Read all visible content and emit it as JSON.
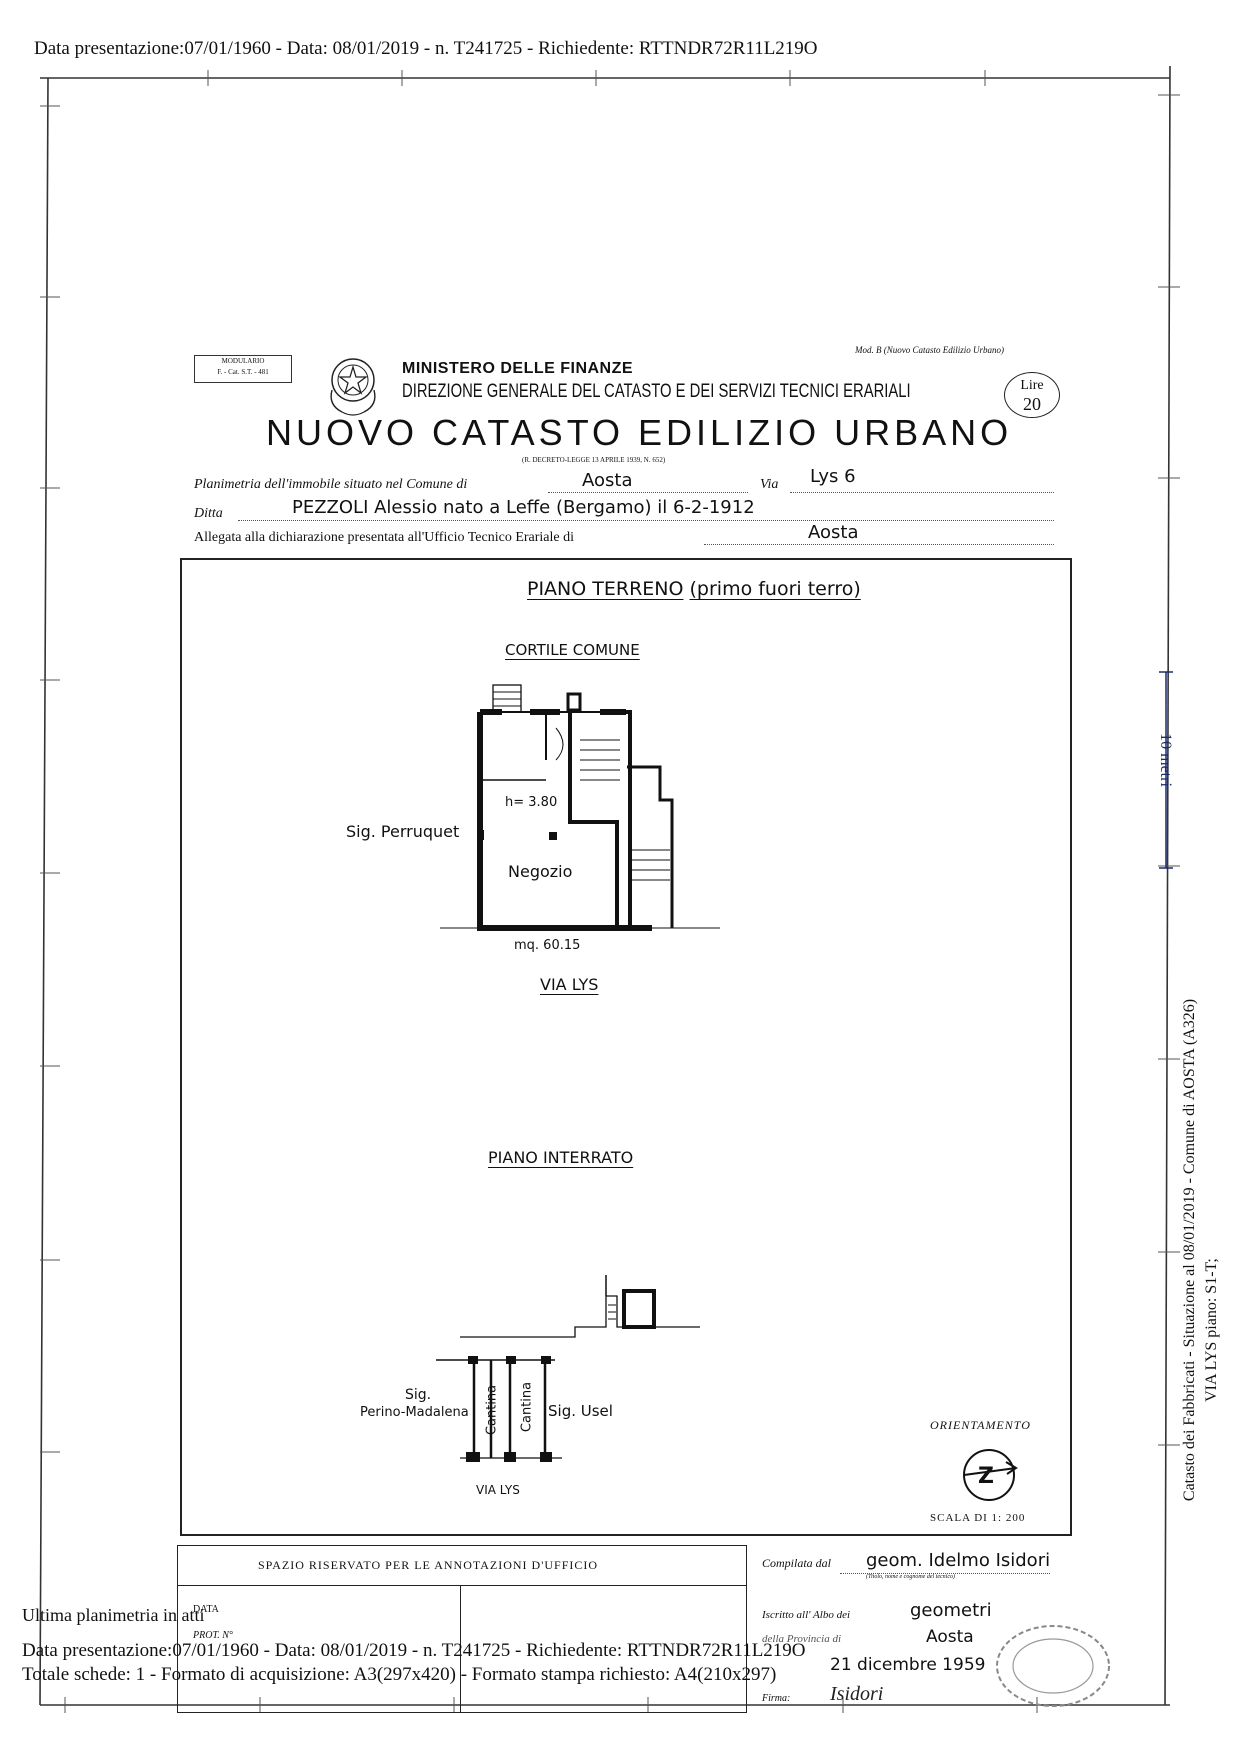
{
  "stamp_header": "Data presentazione:07/01/1960 - Data: 08/01/2019 - n. T241725 - Richiedente: RTTNDR72R11L219O",
  "side_text": {
    "scale_bar": "10 metri",
    "line1": "Catasto dei Fabbricati - Situazione al 08/01/2019 - Comune di AOSTA (A326)",
    "line2": "VIA LYS piano: S1-T;"
  },
  "form": {
    "modulario_line1": "MODULARIO",
    "modulario_line2": "F. - Cat. S.T. - 481",
    "mod_b": "Mod. B (Nuovo Catasto Edilizio Urbano)",
    "ministry": "MINISTERO DELLE FINANZE",
    "direction": "DIREZIONE GENERALE DEL CATASTO E DEI SERVIZI TECNICI ERARIALI",
    "lire_label": "Lire",
    "lire_value": "20",
    "title": "NUOVO CATASTO EDILIZIO URBANO",
    "decree": "(R. DECRETO-LEGGE 13 APRILE 1939, N. 652)",
    "planimetria_label": "Planimetria dell'immobile situato nel Comune di",
    "comune": "Aosta",
    "via_label": "Via",
    "via": "Lys 6",
    "ditta_label": "Ditta",
    "ditta": "PEZZOLI Alessio nato a Leffe (Bergamo) il 6-2-1912",
    "allegata_label": "Allegata alla dichiarazione presentata all'Ufficio Tecnico Erariale di",
    "ufficio": "Aosta"
  },
  "plan": {
    "ground_title": "PIANO TERRENO",
    "ground_subtitle": "(primo fuori terro)",
    "cortile": "CORTILE COMUNE",
    "neighbor_left": "Sig. Perruquet",
    "height": "h= 3.80",
    "room": "Negozio",
    "area": "mq. 60.15",
    "street": "VIA LYS",
    "basement_title": "PIANO INTERRATO",
    "neighbor_b_left_1": "Sig.",
    "neighbor_b_left_2": "Perino-Madalena",
    "cantina_1": "Cantina",
    "cantina_2": "Cantina",
    "neighbor_b_right": "Sig. Usel",
    "street_b": "VIA LYS",
    "orient_label": "ORIENTAMENTO",
    "scala": "SCALA DI 1: 200"
  },
  "footer": {
    "annotations_title": "SPAZIO RISERVATO PER LE ANNOTAZIONI D'UFFICIO",
    "data_label": "DATA",
    "prot_label": "PROT. N°",
    "compilata_label": "Compilata dal",
    "compilata_value": "geom. Idelmo Isidori",
    "compilata_note": "(Titolo, nome e cognome del tecnico)",
    "iscritto_label": "Iscritto all' Albo dei",
    "iscritto_value": "geometri",
    "provincia_label": "della Provincia di",
    "provincia_value": "Aosta",
    "data_value": "21 dicembre 1959",
    "firma_label": "Firma:",
    "firma_value": "Isidori",
    "ultima": "Ultima planimetria in atti",
    "data_bottom": "Data presentazione:07/01/1960 - Data: 08/01/2019 - n. T241725 - Richiedente: RTTNDR72R11L219O",
    "totale": "Totale schede: 1 - Formato di acquisizione: A3(297x420) - Formato stampa richiesto: A4(210x297)"
  }
}
